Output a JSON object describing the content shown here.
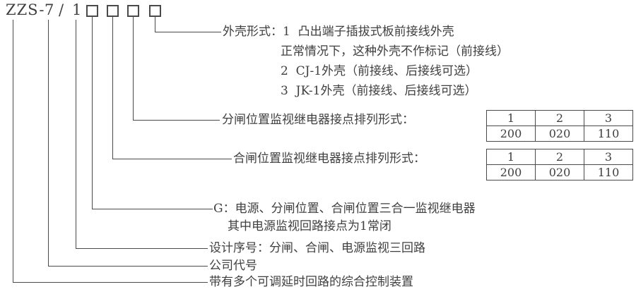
{
  "code": {
    "prefix": "ZZS-",
    "company_digit": "7",
    "separator": "/",
    "design_digit": "1"
  },
  "shell": {
    "line1": "外壳形式：1  凸出端子插拔式板前接线外壳",
    "line2": "正常情况下，这种外壳不作标记（前接线）",
    "line3": "2  CJ-1外壳（前接线、后接线可选）",
    "line4": "3  JK-1外壳（前接线、后接线可选）"
  },
  "open_pos": {
    "label": "分闸位置监视继电器接点排列形式：",
    "table": {
      "headers": [
        "1",
        "2",
        "3"
      ],
      "values": [
        "200",
        "020",
        "110"
      ]
    }
  },
  "close_pos": {
    "label": "合闸位置监视继电器接点排列形式：",
    "table": {
      "headers": [
        "1",
        "2",
        "3"
      ],
      "values": [
        "200",
        "020",
        "110"
      ]
    }
  },
  "g_relay": {
    "line1": "G：电源、分闸位置、合闸位置三合一监视继电器",
    "line2": "其中电源监视回路接点为1常闭"
  },
  "design_label": "设计序号：分闸、合闸、电源监视三回路",
  "company_label": "公司代号",
  "device_label": "带有多个可调延时回路的综合控制装置"
}
